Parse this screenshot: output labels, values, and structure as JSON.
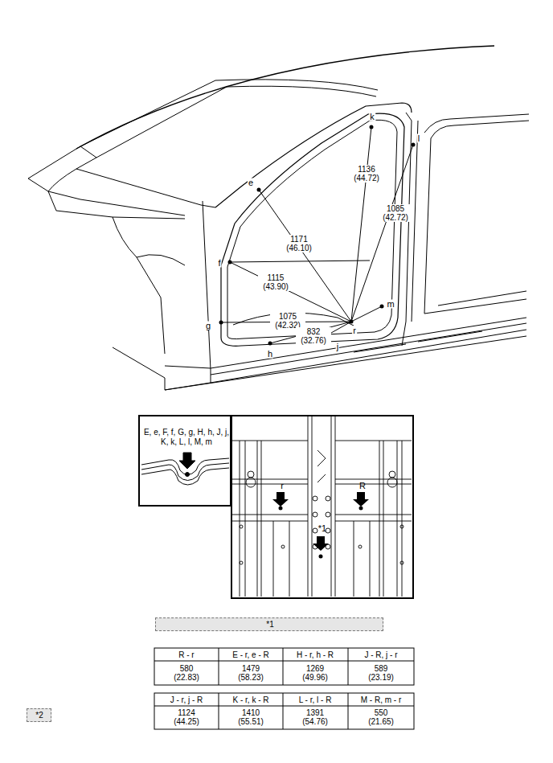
{
  "diagram": {
    "nodes": [
      {
        "text": [
          "E, e, F, f, G, g, H, h, J, j, K, k, L, l, M, m"
        ]
      },
      {
        "text": [
          "r",
          "R",
          "*1"
        ]
      },
      {
        "text": [
          "*1"
        ]
      },
      {
        "text": [
          "*2"
        ]
      }
    ],
    "labels": [
      "k",
      "l",
      "e",
      "f",
      "g",
      "h",
      "j",
      "r",
      "m",
      "1136 (44.72)",
      "1085 (42.72)",
      "1171 (46.10)",
      "1115 (43.90)",
      "1075 (42.32)",
      "832 (32.76)",
      "R - r",
      "E - r, e - R",
      "H - r, h - R",
      "J - R, j - r",
      "580 (22.83)",
      "1479 (58.23)",
      "1269 (49.96)",
      "589 (23.19)",
      "J - r, j - R",
      "K - r, k - R",
      "L - r, l - R",
      "M - R, m - r",
      "1124 (44.25)",
      "1410 (55.51)",
      "1391 (54.76)",
      "550 (21.65)"
    ]
  }
}
